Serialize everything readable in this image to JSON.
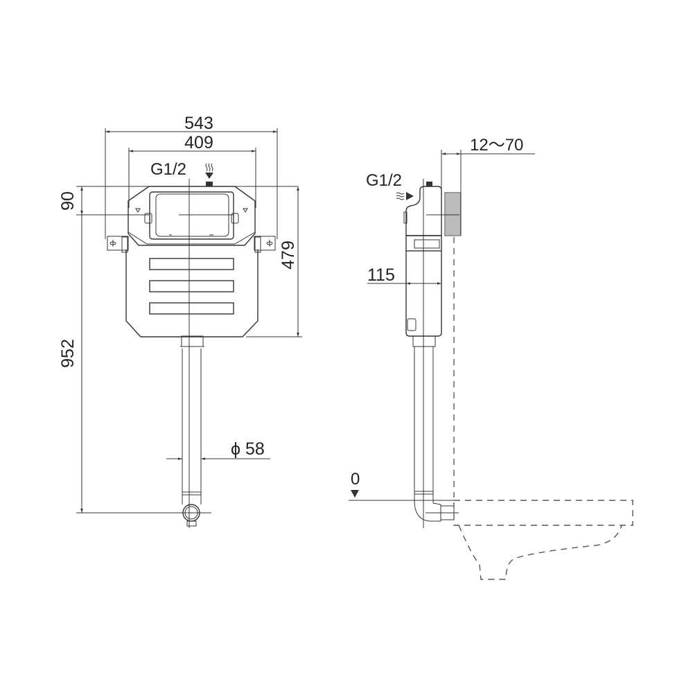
{
  "front_view": {
    "dim_overall_width": "543",
    "dim_frame_width": "409",
    "inlet_label": "G1/2",
    "dim_top_offset": "90",
    "dim_tank_height": "479",
    "dim_total_height": "952",
    "dim_pipe_diameter": "ϕ 58"
  },
  "side_view": {
    "dim_wall_adjust": "12～70",
    "inlet_label": "G1/2",
    "dim_depth": "115",
    "floor_level": "0"
  },
  "colors": {
    "line": "#333333",
    "background": "#ffffff"
  }
}
